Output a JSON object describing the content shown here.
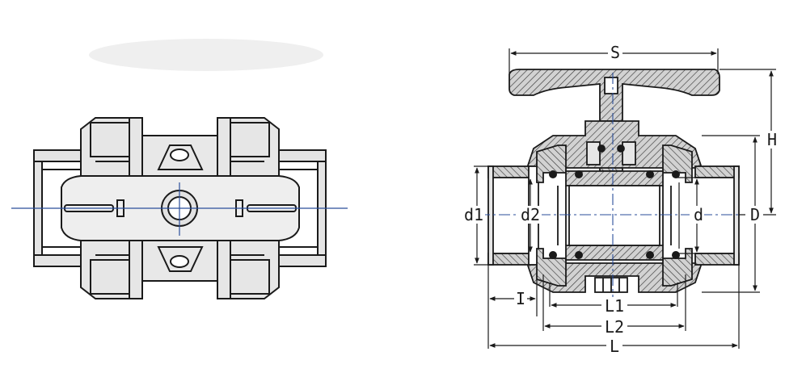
{
  "figure": {
    "colors": {
      "line": "#1a1a1a",
      "body_fill": "#e6e6e6",
      "section_fill": "#cfcfcf",
      "hatch": "#3a3a3a",
      "centerline": "#2a4e9a",
      "smudge": "#ececec"
    },
    "left_view": {
      "kind": "top view of union ball valve"
    },
    "right_view": {
      "kind": "cross-section of union ball valve",
      "dimensions": {
        "S": "S",
        "H": "H",
        "d1": "d1",
        "d2": "d2",
        "d": "d",
        "D": "D",
        "I": "I",
        "L1": "L1",
        "L2": "L2",
        "L": "L"
      }
    }
  }
}
